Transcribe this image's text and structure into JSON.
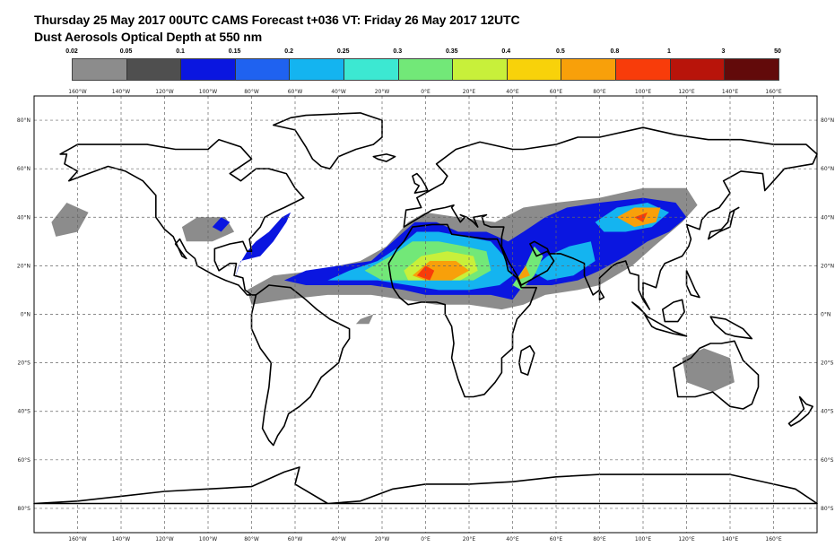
{
  "header": {
    "title_line1": "Thursday 25 May 2017 00UTC CAMS Forecast t+036 VT: Friday 26 May 2017 12UTC",
    "title_line2": "Dust Aerosols Optical Depth at 550 nm"
  },
  "legend": {
    "levels": [
      "0.02",
      "0.05",
      "0.1",
      "0.15",
      "0.2",
      "0.25",
      "0.3",
      "0.35",
      "0.4",
      "0.5",
      "0.8",
      "1",
      "3",
      "50"
    ],
    "colors": [
      "#8c8c8c",
      "#4f4f4f",
      "#0a16e0",
      "#1f62f0",
      "#14b4f0",
      "#3ce8d2",
      "#72e878",
      "#c8f03a",
      "#f8d20a",
      "#f8a00a",
      "#f83c0a",
      "#b8140a",
      "#620a0a"
    ]
  },
  "axes": {
    "lon_top": [
      "160°W",
      "140°W",
      "120°W",
      "100°W",
      "80°W",
      "60°W",
      "40°W",
      "20°W",
      "0°E",
      "20°E",
      "40°E",
      "60°E",
      "80°E",
      "100°E",
      "120°E",
      "140°E",
      "160°E"
    ],
    "lon_bottom": [
      "160°W",
      "140°W",
      "120°W",
      "100°W",
      "80°W",
      "60°W",
      "40°W",
      "20°W",
      "0°E",
      "20°E",
      "40°E",
      "60°E",
      "80°E",
      "100°E",
      "120°E",
      "140°E",
      "160°E"
    ],
    "lat_left": [
      "80°N",
      "60°N",
      "40°N",
      "20°N",
      "0°N",
      "20°S",
      "40°S",
      "60°S",
      "80°S"
    ],
    "lat_right": [
      "80°N",
      "60°N",
      "40°N",
      "20°N",
      "0°N",
      "20°S",
      "40°S",
      "60°S",
      "80°S"
    ]
  },
  "map": {
    "projection": "equirectangular",
    "lon_range": [
      -180,
      180
    ],
    "lat_range": [
      -90,
      90
    ],
    "grid": "dashed",
    "coastline_color": "#000000"
  }
}
